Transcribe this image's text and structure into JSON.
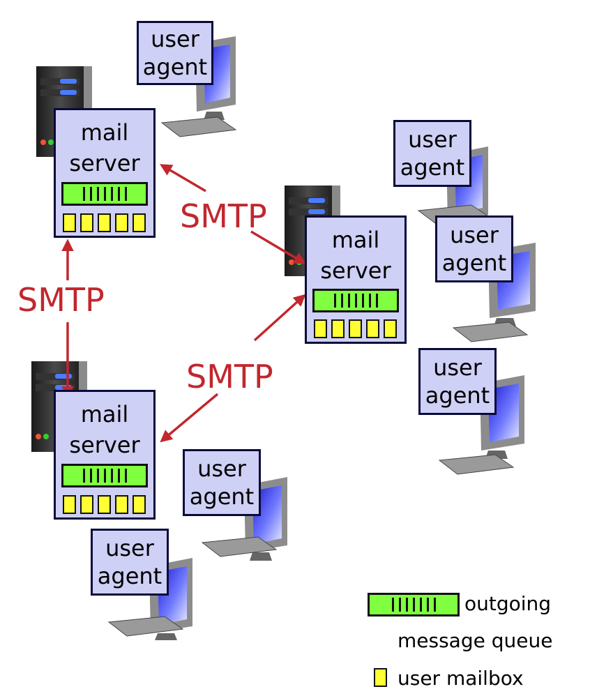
{
  "user_agent": {
    "line1": "user",
    "line2": "agent"
  },
  "mail_server": {
    "line1": "mail",
    "line2": "server"
  },
  "protocol_label": "SMTP",
  "legend": {
    "queue_line1": "outgoing",
    "queue_line2": "message queue",
    "mailbox": "user mailbox"
  },
  "colors": {
    "arrow": "#c1272d",
    "box_fill": "#cfd0f5",
    "box_border": "#0a0a3a",
    "queue_fill": "#7fff3f",
    "mailbox_fill": "#ffff33"
  }
}
